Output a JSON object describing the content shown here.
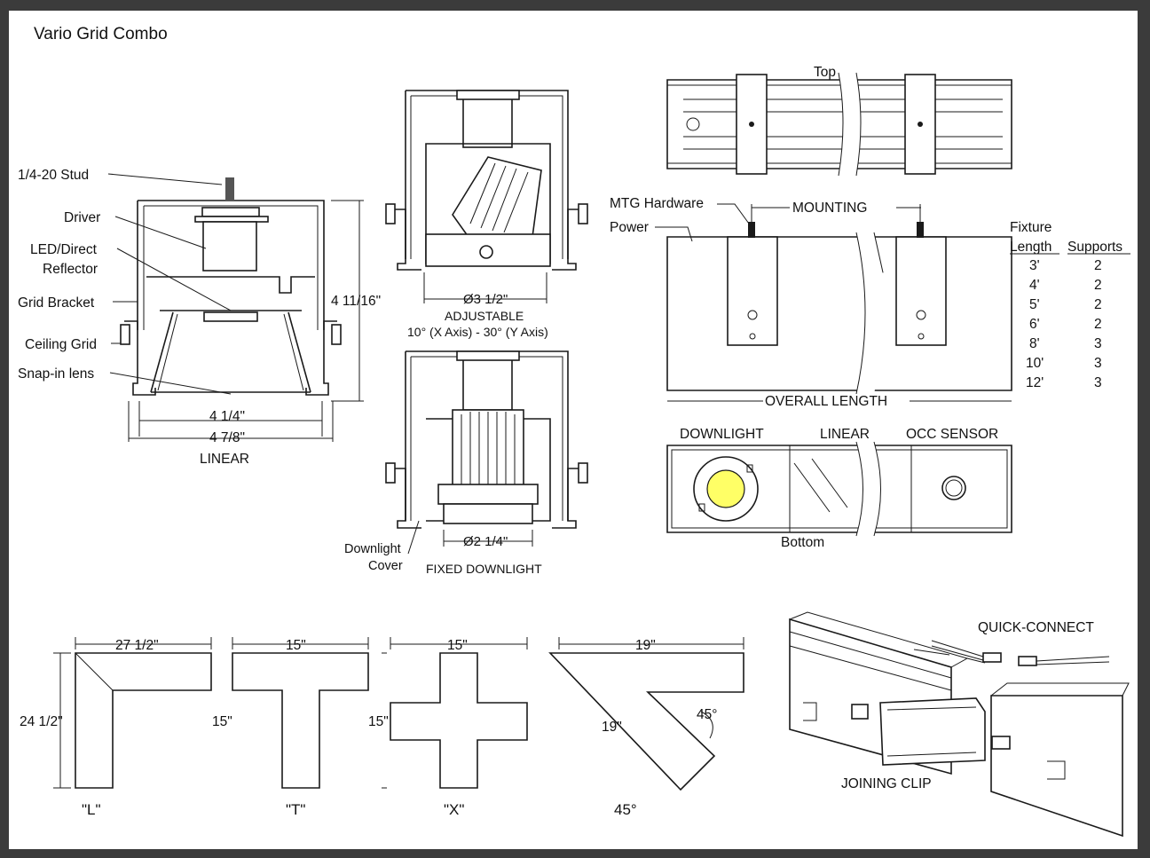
{
  "title": "Vario Grid Combo",
  "linear_section": {
    "callouts": [
      "1/4-20 Stud",
      "Driver",
      "LED/Direct",
      "Reflector",
      "Grid Bracket",
      "Ceiling Grid",
      "Snap-in lens"
    ],
    "height": "4 11/16\"",
    "inner_width": "4 1/4\"",
    "outer_width": "4 7/8\"",
    "caption": "LINEAR"
  },
  "adjustable_section": {
    "aperture": "Ø3 1/2\"",
    "caption": "ADJUSTABLE",
    "tilt": "10° (X Axis)  -  30° (Y Axis)"
  },
  "fixed_section": {
    "aperture": "Ø2 1/4\"",
    "callout_line1": "Downlight",
    "callout_line2": "Cover",
    "caption": "FIXED DOWNLIGHT"
  },
  "top_view": {
    "label": "Top"
  },
  "side_view": {
    "mtg_hardware": "MTG Hardware",
    "mounting": "MOUNTING",
    "power": "Power",
    "overall_length": "OVERALL LENGTH"
  },
  "supports_table": {
    "header_col1_line1": "Fixture",
    "header_col1_line2": "Length",
    "header_col2": "Supports",
    "rows": [
      {
        "length": "3'",
        "supports": "2"
      },
      {
        "length": "4'",
        "supports": "2"
      },
      {
        "length": "5'",
        "supports": "2"
      },
      {
        "length": "6'",
        "supports": "2"
      },
      {
        "length": "8'",
        "supports": "3"
      },
      {
        "length": "10'",
        "supports": "3"
      },
      {
        "length": "12'",
        "supports": "3"
      }
    ]
  },
  "bottom_view": {
    "downlight": "DOWNLIGHT",
    "linear": "LINEAR",
    "occ_sensor": "OCC SENSOR",
    "label": "Bottom"
  },
  "configurations": [
    {
      "label": "\"L\"",
      "width": "27 1/2\"",
      "height": "24 1/2\""
    },
    {
      "label": "\"T\"",
      "width": "15\"",
      "height": "15\""
    },
    {
      "label": "\"X\"",
      "width": "15\"",
      "height": "15\""
    },
    {
      "label": "45°",
      "width": "19\"",
      "side": "19\"",
      "angle": "45°"
    }
  ],
  "joining_detail": {
    "quick_connect": "QUICK-CONNECT",
    "joining_clip": "JOINING CLIP"
  },
  "colors": {
    "frame": "#3b3b3b",
    "lens_glow": "#ffff66"
  }
}
